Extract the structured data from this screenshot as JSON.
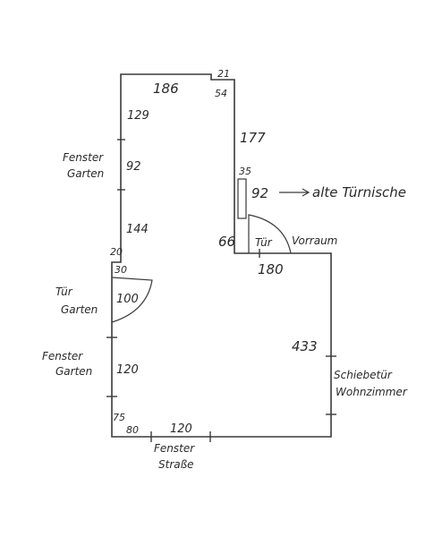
{
  "measurements": {
    "top_left": "186",
    "top_step": "21",
    "step_down": "54",
    "left_upper": "129",
    "left_window": "92",
    "left_lower": "144",
    "left_offset": "20",
    "door_gap": "30",
    "door_garden": "100",
    "left_window_lower": "120",
    "bottom_corner": "75",
    "bottom_left": "80",
    "bottom_window": "120",
    "right_upper": "177",
    "niche_top": "35",
    "niche": "92",
    "right_lower": "66",
    "inner_wall": "180",
    "right_long": "433"
  },
  "labels": {
    "window_garden_upper_1": "Fenster",
    "window_garden_upper_2": "Garten",
    "door_garden_1": "Tür",
    "door_garden_2": "Garten",
    "window_garden_lower_1": "Fenster",
    "window_garden_lower_2": "Garten",
    "window_street_1": "Fenster",
    "window_street_2": "Straße",
    "niche_note": "alte Türnische",
    "door_vorraum_1": "Tür",
    "door_vorraum_2": "Vorraum",
    "sliding_door_1": "Schiebetür",
    "sliding_door_2": "Wohnzimmer"
  }
}
